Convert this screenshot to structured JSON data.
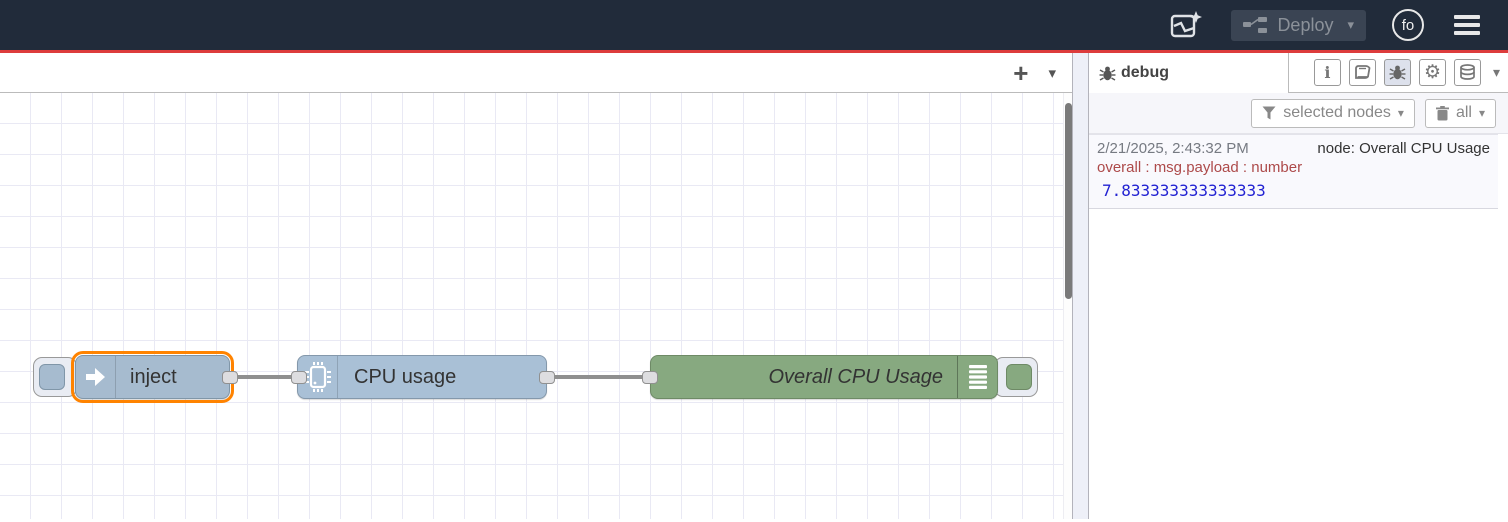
{
  "header": {
    "deploy": {
      "label": "Deploy"
    },
    "avatar": {
      "initials": "fo"
    }
  },
  "icons": {
    "plus": "+",
    "chevron_down": "▾",
    "gear": "⚙"
  },
  "flow": {
    "wire_color": "#8f8f8f",
    "nodes": [
      {
        "type": "inject",
        "label": "inject",
        "color": "#a6bbcf",
        "selected": true
      },
      {
        "type": "cpu",
        "label": "CPU usage",
        "color": "#a9c0d6",
        "selected": false
      },
      {
        "type": "debug",
        "label": "Overall CPU Usage",
        "color": "#87a980",
        "selected": false
      }
    ]
  },
  "sidebar": {
    "tab": {
      "label": "debug"
    },
    "toolbar": {
      "filter_label": "selected nodes",
      "clear_label": "all"
    },
    "messages": [
      {
        "timestamp": "2/21/2025, 2:43:32 PM",
        "node_label": "node: Overall CPU Usage",
        "meta": "overall : msg.payload : number",
        "value": "7.833333333333333"
      }
    ]
  },
  "colors": {
    "header_bg": "#212b3a",
    "header_accent_line": "#dd3c3c",
    "selection_outline": "#ff8300",
    "debug_number_value": "#2222d2",
    "debug_meta": "#ad4a4a"
  }
}
